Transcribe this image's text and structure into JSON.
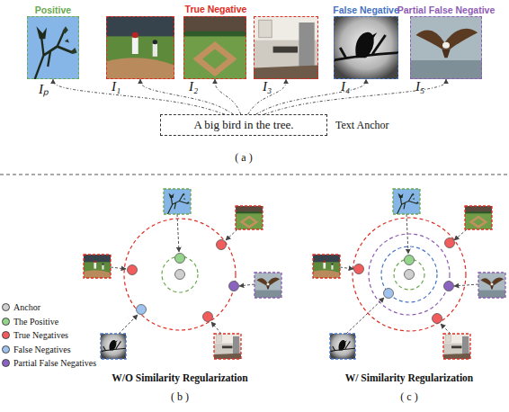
{
  "diagram": {
    "nodes": [
      {
        "text": [
          "Positive",
          "Iₚ"
        ]
      },
      {
        "text": [
          "I₁"
        ]
      },
      {
        "text": [
          "I₂"
        ]
      },
      {
        "text": [
          "I₃"
        ]
      },
      {
        "text": [
          "False Negative",
          "I₄"
        ]
      },
      {
        "text": [
          "Partial False Negative",
          "I₅"
        ]
      },
      {
        "text": [
          "A big bird in the tree.",
          "Text Anchor"
        ]
      }
    ],
    "edges": [
      {
        "from": 6,
        "to": 0,
        "arrow": "to"
      },
      {
        "from": 6,
        "to": 1,
        "arrow": "to"
      },
      {
        "from": 6,
        "to": 2,
        "arrow": "to"
      },
      {
        "from": 6,
        "to": 3,
        "arrow": "to"
      },
      {
        "from": 6,
        "to": 4,
        "arrow": "to"
      },
      {
        "from": 6,
        "to": 5,
        "arrow": "to"
      }
    ],
    "labels": [
      "True Negative",
      "( a )",
      "W/O Similarity Regularization",
      "( b )",
      "W/ Similarity Regularization",
      "( c )"
    ],
    "legend": [
      {
        "text": "Anchor",
        "color": "#cfcfcf"
      },
      {
        "text": "The Positive",
        "color": "#93d38a"
      },
      {
        "text": "True Negatives",
        "color": "#f25c5c"
      },
      {
        "text": "False Negatives",
        "color": "#9fc3ee"
      },
      {
        "text": "Partial False Negatives",
        "color": "#8a63c0"
      }
    ]
  }
}
